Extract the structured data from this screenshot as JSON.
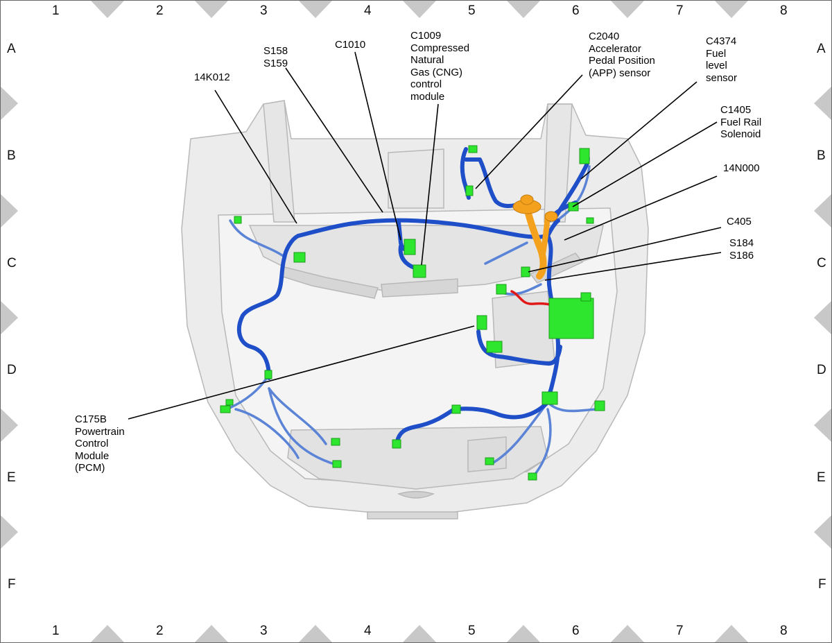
{
  "grid": {
    "columns": [
      "1",
      "2",
      "3",
      "4",
      "5",
      "6",
      "7",
      "8"
    ],
    "rows": [
      "A",
      "B",
      "C",
      "D",
      "E",
      "F"
    ]
  },
  "callouts": {
    "k14012": "14K012",
    "s158": "S158\nS159",
    "c1010": "C1010",
    "c1009": "C1009\nCompressed\nNatural\nGas (CNG)\ncontrol\nmodule",
    "c2040": "C2040\nAccelerator\nPedal Position\n(APP) sensor",
    "c4374": "C4374\nFuel\nlevel\nsensor",
    "c1405": "C1405\nFuel Rail\nSolenoid",
    "n14000": "14N000",
    "c405": "C405",
    "s184": "S184\nS186",
    "c175b": "C175B\nPowertrain\nControl\nModule\n(PCM)"
  },
  "colors": {
    "harness_main": "#1f4fc8",
    "harness_branch": "#5b84d6",
    "connector": "#2ee62e",
    "fuel_line": "#f4a21e",
    "battery_cable": "#e01818",
    "body_fill": "#ececec",
    "body_edge": "#b8b8b8",
    "border_marker": "#c8c8c8"
  }
}
